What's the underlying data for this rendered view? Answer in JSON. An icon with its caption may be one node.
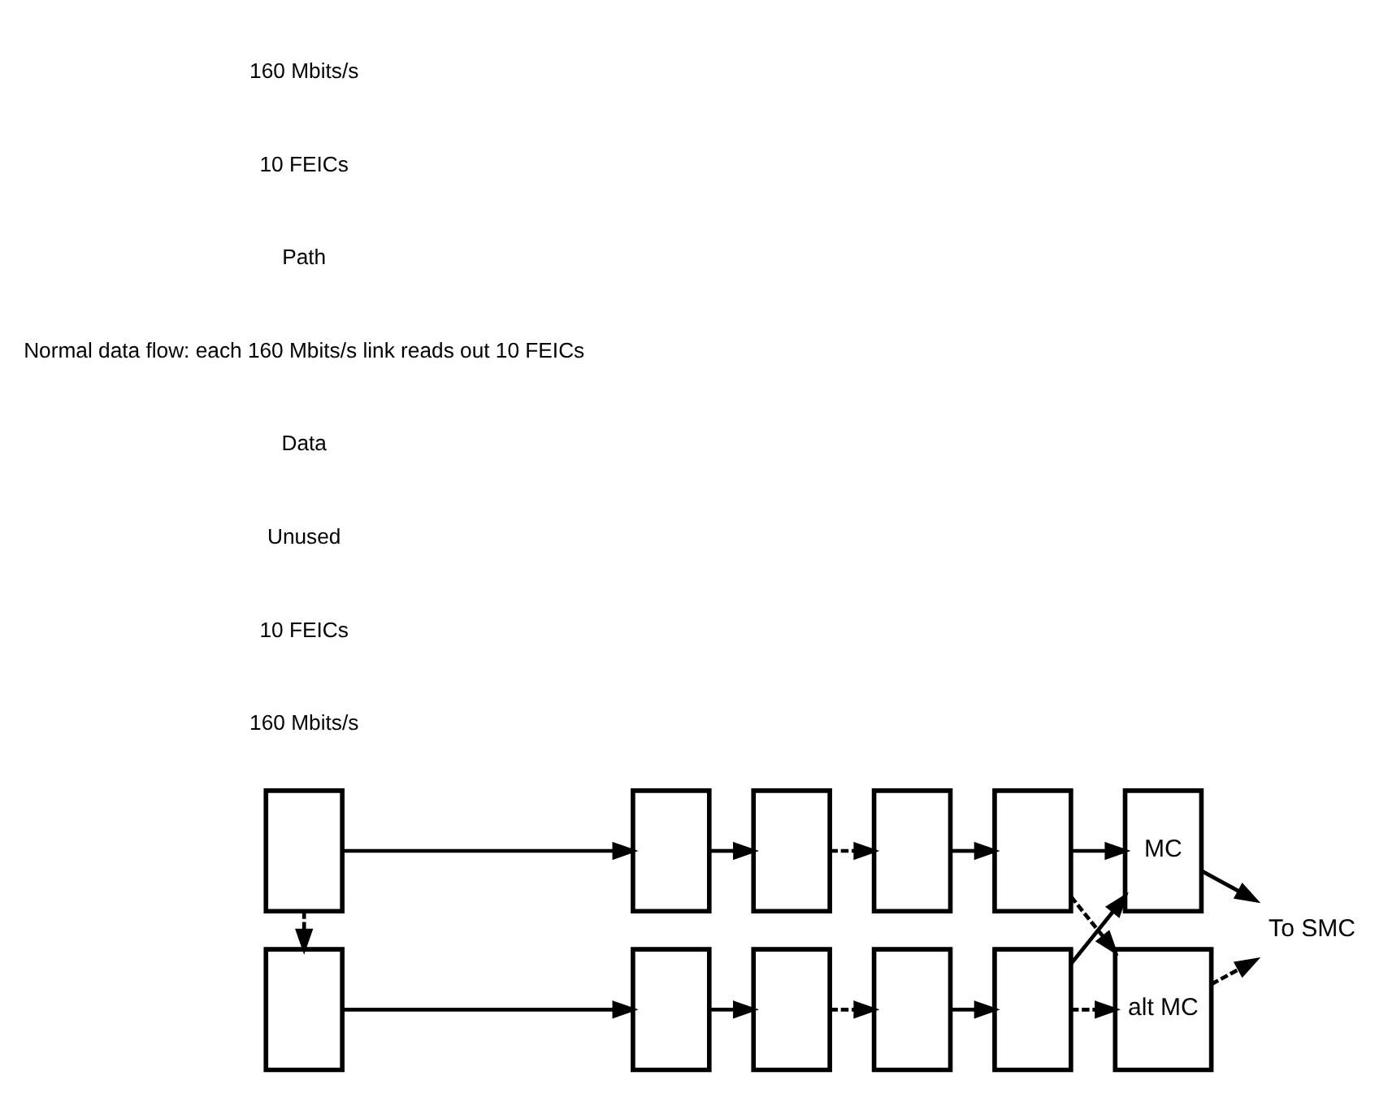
{
  "diagram": {
    "nodes": [
      {
        "text": [],
        "shape": "box"
      },
      {
        "text": [],
        "shape": "box"
      },
      {
        "text": [],
        "shape": "box"
      },
      {
        "text": [],
        "shape": "box"
      },
      {
        "text": [],
        "shape": "box"
      },
      {
        "text": [
          "MC"
        ]
      },
      {
        "text": [
          "alt MC"
        ]
      },
      {
        "text": [],
        "shape": "box"
      },
      {
        "text": [],
        "shape": "box"
      },
      {
        "text": [],
        "shape": "box"
      },
      {
        "text": [],
        "shape": "box"
      },
      {
        "text": [],
        "shape": "box"
      },
      {
        "text": [
          "To SMC"
        ]
      }
    ],
    "edges": [
      {
        "from": 0,
        "to": 1,
        "arrow": "to"
      },
      {
        "from": 1,
        "to": 2,
        "arrow": "to"
      },
      {
        "from": 2,
        "to": 3,
        "arrow": "to",
        "style": "dashed"
      },
      {
        "from": 3,
        "to": 4,
        "arrow": "to"
      },
      {
        "from": 4,
        "to": 5,
        "arrow": "to"
      },
      {
        "from": 4,
        "to": 6,
        "arrow": "to",
        "style": "dashed"
      },
      {
        "from": 0,
        "to": 7,
        "arrow": "to",
        "style": "dashed"
      },
      {
        "from": 7,
        "to": 8,
        "arrow": "to"
      },
      {
        "from": 8,
        "to": 9,
        "arrow": "to"
      },
      {
        "from": 9,
        "to": 10,
        "arrow": "to",
        "style": "dashed"
      },
      {
        "from": 10,
        "to": 11,
        "arrow": "to"
      },
      {
        "from": 11,
        "to": 5,
        "arrow": "to"
      },
      {
        "from": 11,
        "to": 6,
        "arrow": "to",
        "style": "dashed"
      },
      {
        "from": 5,
        "to": 12,
        "arrow": "to"
      },
      {
        "from": 6,
        "to": 12,
        "arrow": "to",
        "style": "dashed"
      }
    ],
    "labels": [
      "160 Mbits/s",
      "10 FEICs",
      "Path",
      "Normal data flow: each 160 Mbits/s link reads out 10 FEICs",
      "Data",
      "Unused",
      "10 FEICs",
      "160 Mbits/s"
    ]
  }
}
